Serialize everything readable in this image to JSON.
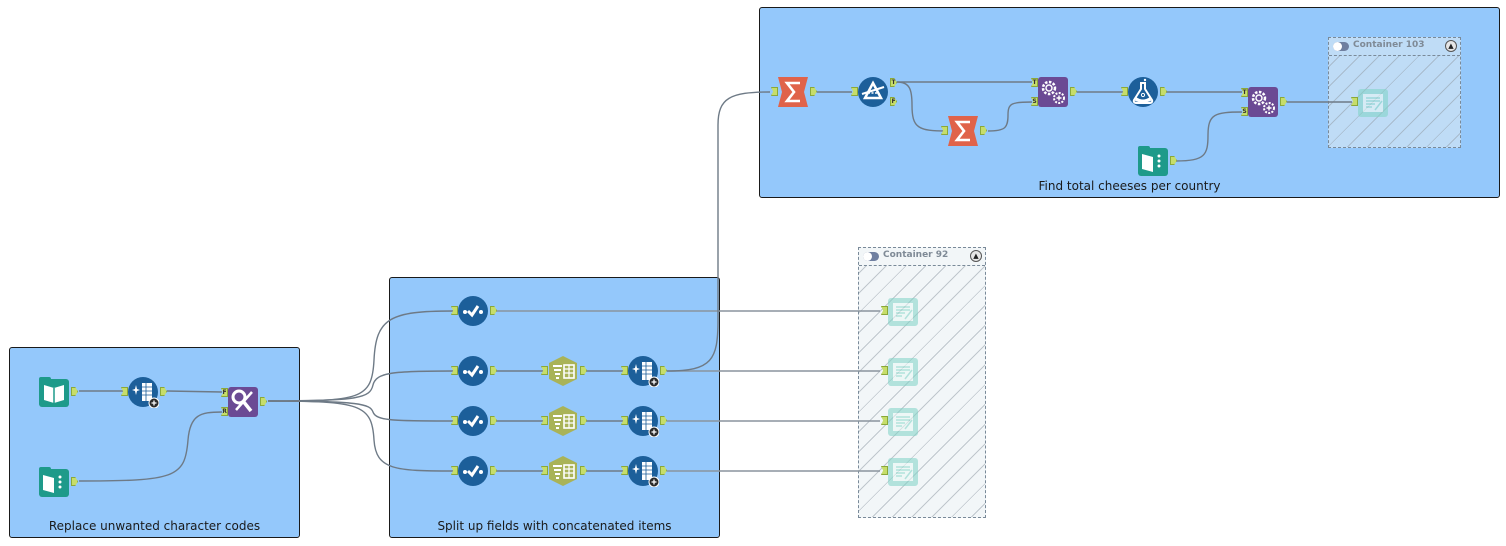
{
  "canvas": {
    "accent": "#94c8fb",
    "containers": [
      {
        "id": "replace",
        "caption": "Replace unwanted character codes"
      },
      {
        "id": "split",
        "caption": "Split up fields with concatenated items"
      },
      {
        "id": "cheeses",
        "caption": "Find total cheeses per country"
      }
    ],
    "disabled_containers": [
      {
        "id": "c103",
        "title": "Container 103",
        "collapse_icon": "collapse-icon"
      },
      {
        "id": "c92",
        "title": "Container 92",
        "collapse_icon": "collapse-icon"
      }
    ],
    "anchor_labels": {
      "find": "F",
      "replace": "R",
      "true": "T",
      "false": "F",
      "target": "T",
      "source": "S"
    },
    "tools": [
      {
        "id": "input1",
        "type": "input-data",
        "icon": "book-icon",
        "color": "#1e9a8a"
      },
      {
        "id": "formula1",
        "type": "multi-field-formula",
        "icon": "formula-icon",
        "color": "#1c5f9a"
      },
      {
        "id": "text-input1",
        "type": "text-input",
        "icon": "text-input-icon",
        "color": "#1e9a8a"
      },
      {
        "id": "find-replace",
        "type": "find-replace",
        "icon": "find-replace-icon",
        "color": "#6b4a94"
      },
      {
        "id": "select-a",
        "type": "select",
        "icon": "select-icon",
        "color": "#1c5f9a"
      },
      {
        "id": "select-b",
        "type": "select",
        "icon": "select-icon",
        "color": "#1c5f9a"
      },
      {
        "id": "select-c",
        "type": "select",
        "icon": "select-icon",
        "color": "#1c5f9a"
      },
      {
        "id": "select-d",
        "type": "select",
        "icon": "select-icon",
        "color": "#1c5f9a"
      },
      {
        "id": "text-to-cols-b",
        "type": "text-to-columns",
        "icon": "text-to-columns-icon",
        "color": "#a9b357"
      },
      {
        "id": "text-to-cols-c",
        "type": "text-to-columns",
        "icon": "text-to-columns-icon",
        "color": "#a9b357"
      },
      {
        "id": "text-to-cols-d",
        "type": "text-to-columns",
        "icon": "text-to-columns-icon",
        "color": "#a9b357"
      },
      {
        "id": "formula-b",
        "type": "multi-field-formula",
        "icon": "formula-icon",
        "color": "#1c5f9a"
      },
      {
        "id": "formula-c",
        "type": "multi-field-formula",
        "icon": "formula-icon",
        "color": "#1c5f9a"
      },
      {
        "id": "formula-d",
        "type": "multi-field-formula",
        "icon": "formula-icon",
        "color": "#1c5f9a"
      },
      {
        "id": "summarize1",
        "type": "summarize",
        "icon": "sigma-icon",
        "color": "#e0634a"
      },
      {
        "id": "filter1",
        "type": "filter",
        "icon": "filter-icon",
        "color": "#1c5f9a"
      },
      {
        "id": "summarize2",
        "type": "summarize",
        "icon": "sigma-icon",
        "color": "#e0634a"
      },
      {
        "id": "append1",
        "type": "append-fields",
        "icon": "gears-icon",
        "color": "#6b4a94"
      },
      {
        "id": "formula-flask",
        "type": "formula",
        "icon": "flask-icon",
        "color": "#1c5f9a"
      },
      {
        "id": "append2",
        "type": "append-fields",
        "icon": "gears-icon",
        "color": "#6b4a94"
      },
      {
        "id": "text-input2",
        "type": "text-input",
        "icon": "text-input-icon",
        "color": "#1e9a8a"
      },
      {
        "id": "browse-103",
        "type": "output",
        "icon": "browse-icon",
        "color": "#7fd3c6"
      },
      {
        "id": "browse-92a",
        "type": "output",
        "icon": "browse-icon",
        "color": "#7fd3c6"
      },
      {
        "id": "browse-92b",
        "type": "output",
        "icon": "browse-icon",
        "color": "#7fd3c6"
      },
      {
        "id": "browse-92c",
        "type": "output",
        "icon": "browse-icon",
        "color": "#7fd3c6"
      },
      {
        "id": "browse-92d",
        "type": "output",
        "icon": "browse-icon",
        "color": "#7fd3c6"
      }
    ]
  }
}
